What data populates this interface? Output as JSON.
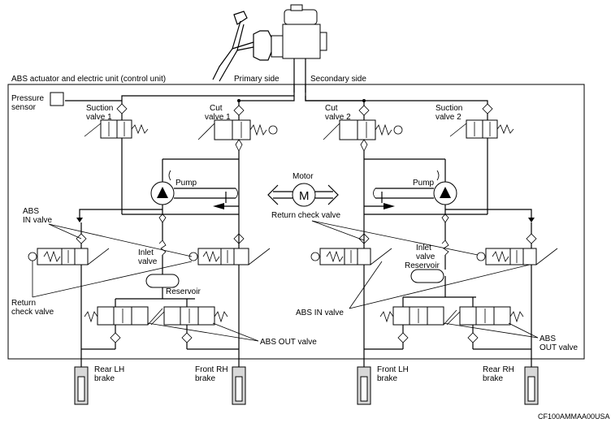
{
  "labels": {
    "unit_title": "ABS actuator and electric unit (control unit)",
    "primary_side": "Primary side",
    "secondary_side": "Secondary side",
    "pressure_sensor_1": "Pressure",
    "pressure_sensor_2": "sensor",
    "suction_valve_1a": "Suction",
    "suction_valve_1b": "valve 1",
    "cut_valve_1a": "Cut",
    "cut_valve_1b": "valve 1",
    "cut_valve_2a": "Cut",
    "cut_valve_2b": "valve 2",
    "suction_valve_2a": "Suction",
    "suction_valve_2b": "valve 2",
    "pump_left": "Pump",
    "pump_right": "Pump",
    "motor": "Motor",
    "motor_symbol": "M",
    "return_check_valve_center": "Return check valve",
    "abs_in_valve_left_a": "ABS",
    "abs_in_valve_left_b": "IN valve",
    "inlet_valve_left_a": "Inlet",
    "inlet_valve_left_b": "valve",
    "inlet_valve_right_a": "Inlet",
    "inlet_valve_right_b": "valve",
    "reservoir_left": "Reservoir",
    "reservoir_right": "Reservoir",
    "return_check_valve_left_a": "Return",
    "return_check_valve_left_b": "check valve",
    "abs_in_valve_right": "ABS IN valve",
    "abs_out_valve_center": "ABS OUT valve",
    "abs_out_valve_right_a": "ABS",
    "abs_out_valve_right_b": "OUT valve",
    "rear_lh_a": "Rear LH",
    "rear_lh_b": "brake",
    "front_rh_a": "Front RH",
    "front_rh_b": "brake",
    "front_lh_a": "Front LH",
    "front_lh_b": "brake",
    "rear_rh_a": "Rear RH",
    "rear_rh_b": "brake",
    "figure_code": "CF100AMMAA00USA"
  }
}
